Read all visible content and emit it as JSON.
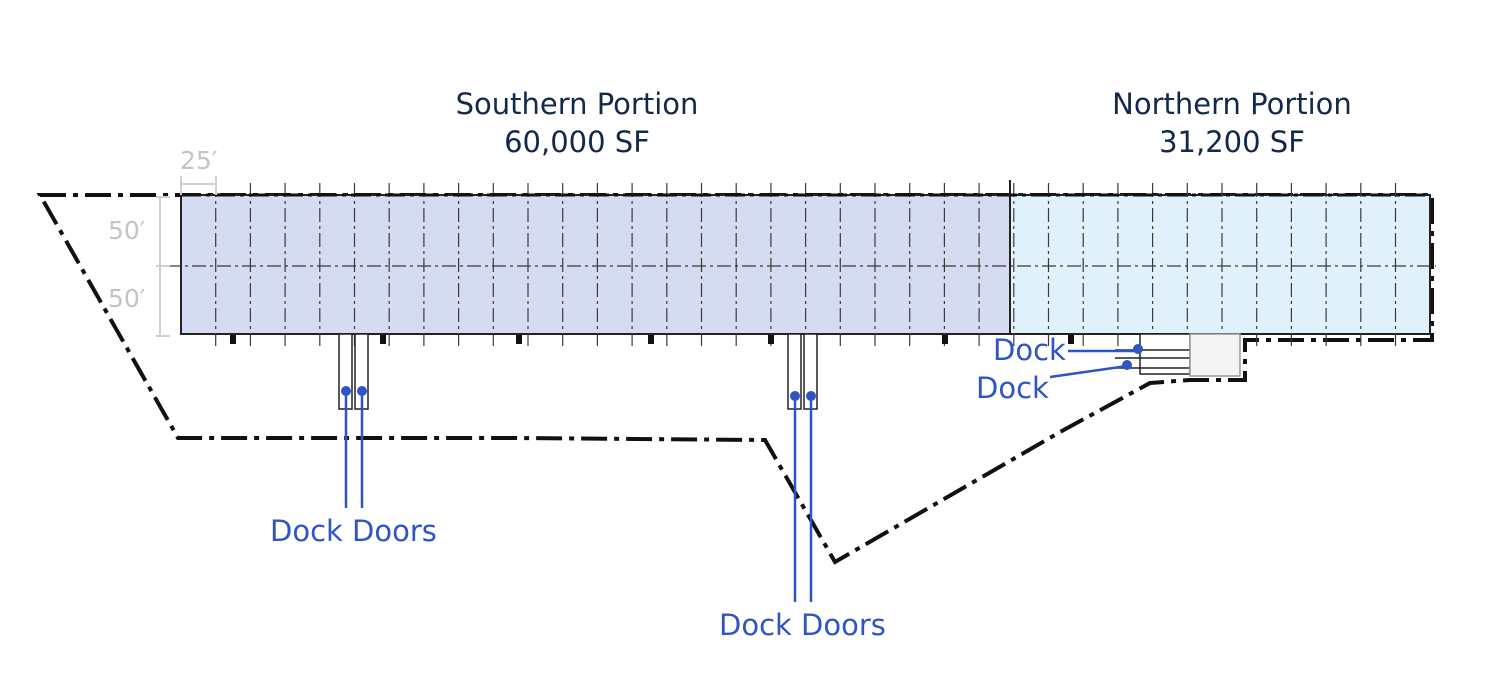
{
  "sections": {
    "southern": {
      "name": "Southern Portion",
      "area": "60,000 SF",
      "fill": "#d5dbf1"
    },
    "northern": {
      "name": "Northern Portion",
      "area": "31,200 SF",
      "fill": "#e1f1fc"
    }
  },
  "dimensions": {
    "bay_width": "25′",
    "bay_depth_upper": "50′",
    "bay_depth_lower": "50′"
  },
  "callouts": {
    "dock_doors_left": "Dock Doors",
    "dock_doors_center": "Dock Doors",
    "dock_upper": "Dock",
    "dock_lower": "Dock"
  },
  "colors": {
    "title_text": "#13294b",
    "callout": "#2f55c4",
    "dimension": "#c4c4c4",
    "outline": "#111111",
    "grid": "#3a3a3a"
  }
}
